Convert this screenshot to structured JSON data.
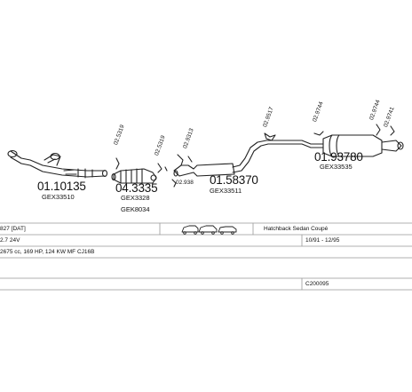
{
  "parts": [
    {
      "id": "p1",
      "number": "01.10135",
      "code": "GEX33510"
    },
    {
      "id": "p2",
      "number": "04.3335",
      "code": "GEX3328",
      "code2": "GEK8034"
    },
    {
      "id": "p3",
      "number": "01.58370",
      "code": "GEX33511"
    },
    {
      "id": "p4",
      "number": "01.93780",
      "code": "GEX33535"
    }
  ],
  "fittings": [
    "02.5319",
    "02.5319",
    "02.9313",
    "02.938",
    "02.9517",
    "02.9744",
    "02.9744",
    "02.9741"
  ],
  "info": {
    "model": "827 [DAT]",
    "body": "Hatchback Sedan Coupé",
    "engine": "2.7 24V",
    "years": "10/91 - 12/95",
    "spec": "2675 cc, 169 HP, 124 KW MF CJ16B",
    "article": "C200095"
  }
}
